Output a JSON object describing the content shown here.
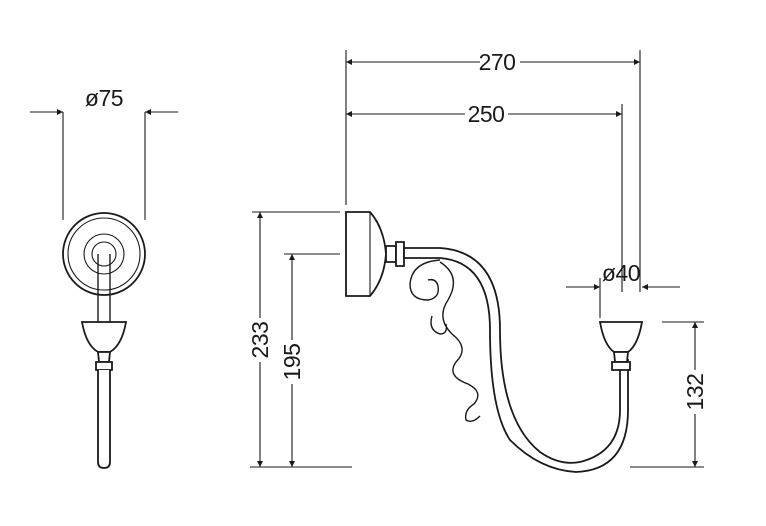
{
  "dimensions": {
    "d75": "ø75",
    "w270": "270",
    "w250": "250",
    "d40": "ø40",
    "h233": "233",
    "h195": "195",
    "h132": "132"
  }
}
